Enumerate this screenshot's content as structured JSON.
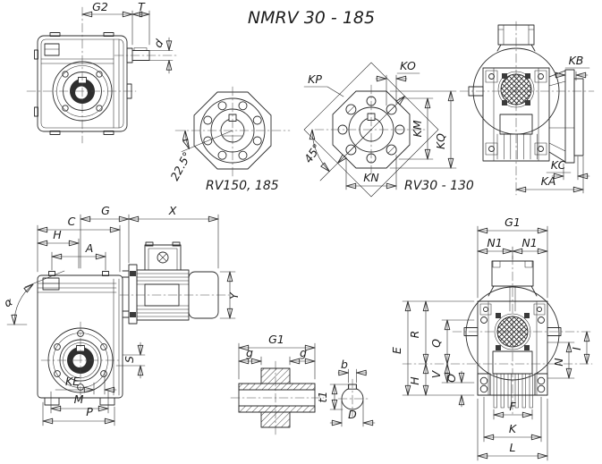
{
  "title": "NMRV 30 - 185",
  "drawing": {
    "line_color": "#2b2b2b",
    "background": "#ffffff"
  },
  "views": {
    "front": {
      "dims": {
        "g2": "G2",
        "t": "T",
        "d": "d"
      }
    },
    "flange_large": {
      "caption": "RV150, 185",
      "angle": "22.5°"
    },
    "flange_small": {
      "caption": "RV30 - 130",
      "angle": "45°",
      "dims": {
        "kp": "KP",
        "ko": "KO",
        "km": "KM",
        "kq": "KQ",
        "kn": "KN"
      }
    },
    "side": {
      "dims": {
        "kb": "KB",
        "kc": "KC",
        "ka": "KA"
      }
    },
    "assembly": {
      "dims": {
        "c": "C",
        "g": "G",
        "x": "X",
        "h": "H",
        "a": "A",
        "alpha": "α",
        "y": "Y",
        "s": "S",
        "ke": "KE",
        "m": "M",
        "p": "P"
      }
    },
    "shaft_section": {
      "dims": {
        "g1": "G1",
        "g_left": "g",
        "g_right": "g",
        "b": "b",
        "t1": "t1",
        "d": "D"
      }
    },
    "rear": {
      "dims": {
        "g1": "G1",
        "n1_left": "N1",
        "n1_right": "N1",
        "e": "E",
        "r": "R",
        "q": "Q",
        "h": "H",
        "v": "V",
        "o": "O",
        "n": "N",
        "i": "I",
        "f": "F",
        "k": "K",
        "l": "L"
      }
    }
  }
}
